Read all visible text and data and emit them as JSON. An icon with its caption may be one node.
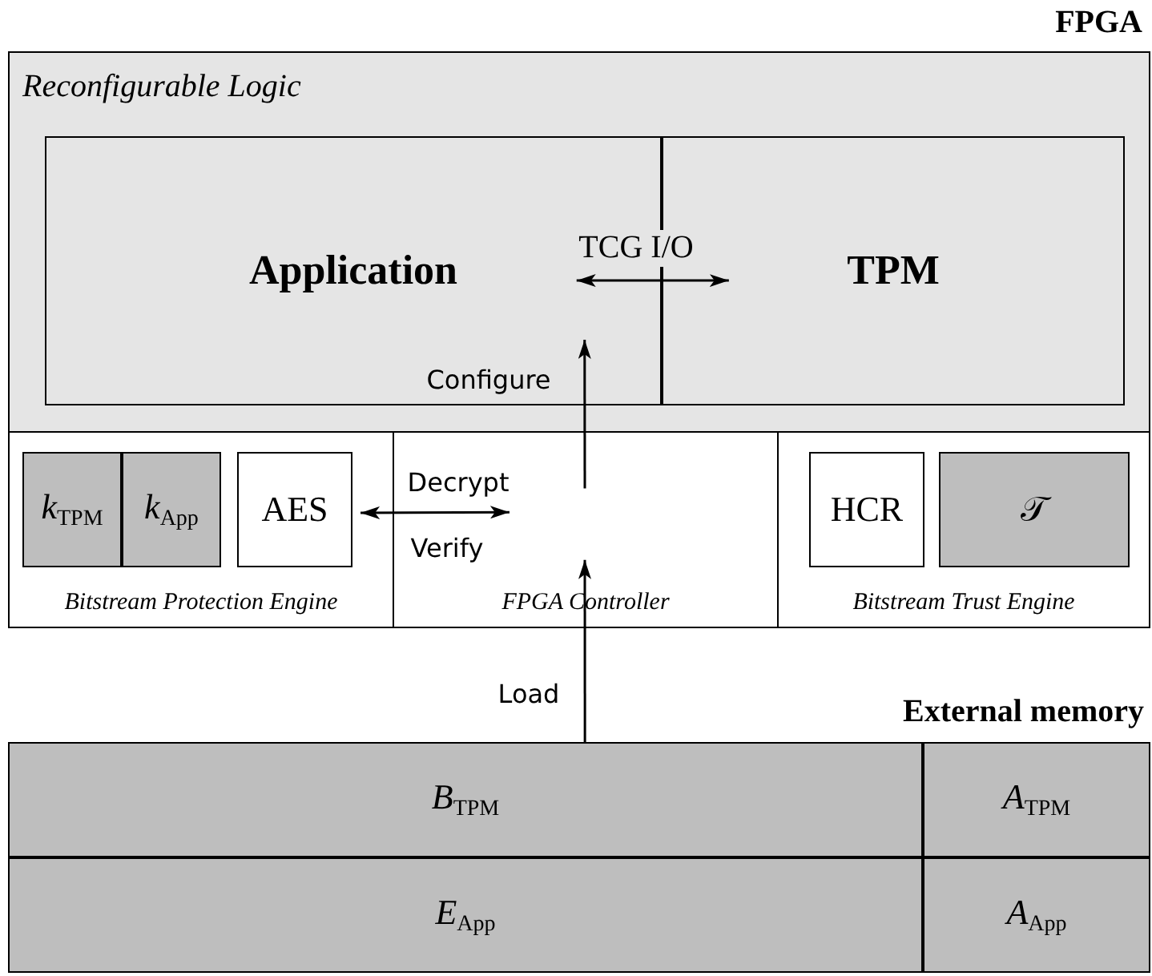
{
  "diagram": {
    "nodes": [
      {
        "text": [
          "FPGA"
        ]
      },
      {
        "text": [
          "Reconfigurable Logic"
        ],
        "in": 0
      },
      {
        "text": [
          "Application"
        ],
        "in": 1
      },
      {
        "text": [
          "TPM"
        ],
        "in": 1
      },
      {
        "text": [
          "Bitstream Protection Engine"
        ],
        "in": 0
      },
      {
        "text": [
          "*k*$_{TPM}$"
        ],
        "in": 4
      },
      {
        "text": [
          "*k*$_{App}$"
        ],
        "in": 4
      },
      {
        "text": [
          "AES"
        ],
        "in": 4
      },
      {
        "text": [
          "FPGA Controller"
        ],
        "in": 0
      },
      {
        "text": [
          "Bitstream Trust Engine"
        ],
        "in": 0
      },
      {
        "text": [
          "HCR"
        ],
        "in": 9
      },
      {
        "text": [
          "𝒯"
        ],
        "in": 9
      },
      {
        "text": [
          "External memory"
        ]
      },
      {
        "text": [
          "*B*$_{TPM}$"
        ],
        "in": 12
      },
      {
        "text": [
          "*A*$_{TPM}$"
        ],
        "in": 12
      },
      {
        "text": [
          "*E*$_{App}$"
        ],
        "in": 12
      },
      {
        "text": [
          "*A*$_{App}$"
        ],
        "in": 12
      }
    ],
    "edges": [
      {
        "from": 2,
        "to": 3,
        "arrow": "both",
        "label": "TCG I/O"
      },
      {
        "from": 8,
        "to": 2,
        "arrow": "to",
        "label": "Configure"
      },
      {
        "from": 7,
        "to": 8,
        "arrow": "both",
        "label": "Decrypt"
      },
      {
        "from": 12,
        "to": 8,
        "arrow": "to",
        "label": "Load"
      }
    ],
    "labels": [
      "Verify"
    ]
  }
}
